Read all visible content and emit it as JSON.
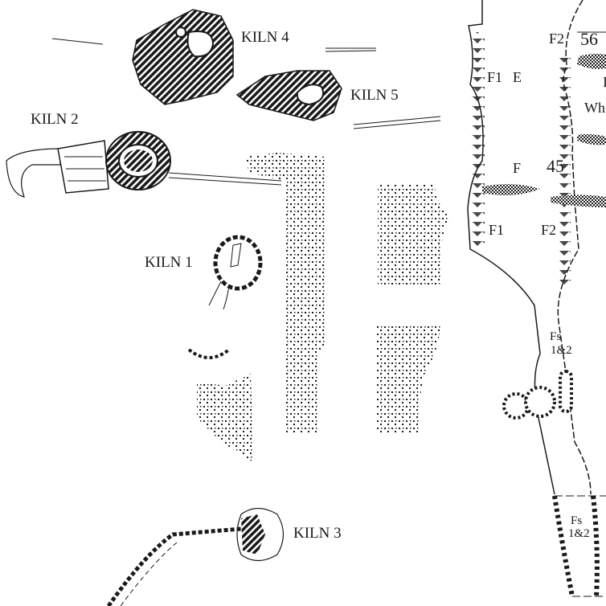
{
  "kilns": {
    "kiln1": "KILN 1",
    "kiln2": "KILN 2",
    "kiln3": "KILN 3",
    "kiln4": "KILN 4",
    "kiln5": "KILN 5"
  },
  "features": {
    "f2_top": "F2",
    "num_56": "56",
    "f1_e": "F1",
    "e": "E",
    "cut_letter": "I",
    "wh": "Wh",
    "f": "F",
    "num_45": "45",
    "f1_lower": "F1",
    "f2_lower": "F2",
    "fs_upper_1": "Fs",
    "fs_upper_2": "1&2",
    "fs_lower_1": "Fs",
    "fs_lower_2": "1&2"
  },
  "colors": {
    "ink": "#1a1a1a",
    "paper": "#ffffff"
  }
}
